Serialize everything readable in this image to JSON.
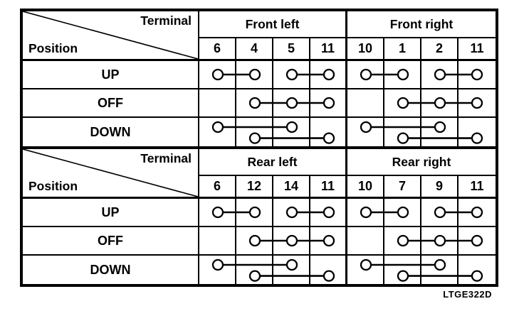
{
  "caption": "LTGE322D",
  "corner": {
    "top_label": "Terminal",
    "bottom_label": "Position"
  },
  "positions": [
    "UP",
    "OFF",
    "DOWN"
  ],
  "colors": {
    "line": "#000000",
    "background": "#ffffff"
  },
  "tables": [
    {
      "name": "front",
      "groups": [
        {
          "label": "Front left",
          "terminals": [
            "6",
            "4",
            "5",
            "11"
          ],
          "rows": [
            [
              {
                "terminals": [
                  "6",
                  "4"
                ],
                "level": "mid"
              },
              {
                "terminals": [
                  "5",
                  "11"
                ],
                "level": "mid"
              }
            ],
            [
              {
                "terminals": [
                  "4",
                  "5",
                  "11"
                ],
                "level": "mid"
              }
            ],
            [
              {
                "terminals": [
                  "6",
                  "5"
                ],
                "level": "high"
              },
              {
                "terminals": [
                  "4",
                  "11"
                ],
                "level": "low"
              }
            ]
          ]
        },
        {
          "label": "Front right",
          "terminals": [
            "10",
            "1",
            "2",
            "11"
          ],
          "rows": [
            [
              {
                "terminals": [
                  "10",
                  "1"
                ],
                "level": "mid"
              },
              {
                "terminals": [
                  "2",
                  "11"
                ],
                "level": "mid"
              }
            ],
            [
              {
                "terminals": [
                  "1",
                  "2",
                  "11"
                ],
                "level": "mid"
              }
            ],
            [
              {
                "terminals": [
                  "10",
                  "2"
                ],
                "level": "high"
              },
              {
                "terminals": [
                  "1",
                  "11"
                ],
                "level": "low"
              }
            ]
          ]
        }
      ]
    },
    {
      "name": "rear",
      "groups": [
        {
          "label": "Rear left",
          "terminals": [
            "6",
            "12",
            "14",
            "11"
          ],
          "rows": [
            [
              {
                "terminals": [
                  "6",
                  "12"
                ],
                "level": "mid"
              },
              {
                "terminals": [
                  "14",
                  "11"
                ],
                "level": "mid"
              }
            ],
            [
              {
                "terminals": [
                  "12",
                  "14",
                  "11"
                ],
                "level": "mid"
              }
            ],
            [
              {
                "terminals": [
                  "6",
                  "14"
                ],
                "level": "high"
              },
              {
                "terminals": [
                  "12",
                  "11"
                ],
                "level": "low"
              }
            ]
          ]
        },
        {
          "label": "Rear right",
          "terminals": [
            "10",
            "7",
            "9",
            "11"
          ],
          "rows": [
            [
              {
                "terminals": [
                  "10",
                  "7"
                ],
                "level": "mid"
              },
              {
                "terminals": [
                  "9",
                  "11"
                ],
                "level": "mid"
              }
            ],
            [
              {
                "terminals": [
                  "7",
                  "9",
                  "11"
                ],
                "level": "mid"
              }
            ],
            [
              {
                "terminals": [
                  "10",
                  "9"
                ],
                "level": "high"
              },
              {
                "terminals": [
                  "7",
                  "11"
                ],
                "level": "low"
              }
            ]
          ]
        }
      ]
    }
  ]
}
